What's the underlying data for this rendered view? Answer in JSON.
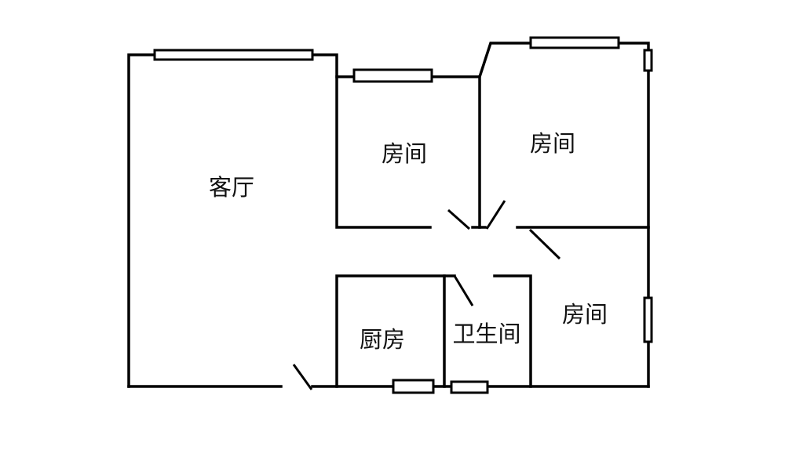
{
  "rooms": {
    "living_room": "客厅",
    "bedroom_1": "房间",
    "bedroom_2": "房间",
    "bedroom_3": "房间",
    "kitchen": "厨房",
    "bathroom": "卫生间"
  }
}
